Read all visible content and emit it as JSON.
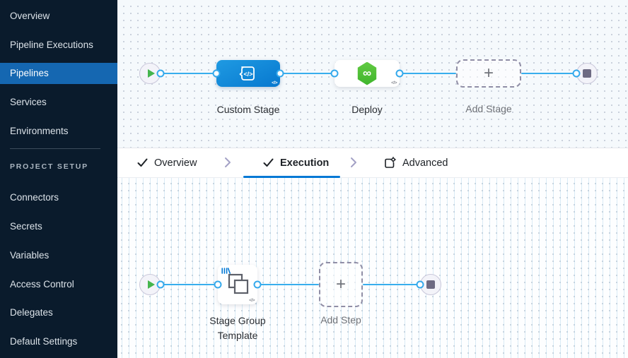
{
  "sidebar": {
    "items": [
      {
        "label": "Overview",
        "active": false
      },
      {
        "label": "Pipeline Executions",
        "active": false
      },
      {
        "label": "Pipelines",
        "active": true
      },
      {
        "label": "Services",
        "active": false
      },
      {
        "label": "Environments",
        "active": false
      }
    ],
    "section_label": "PROJECT SETUP",
    "setup_items": [
      {
        "label": "Connectors"
      },
      {
        "label": "Secrets"
      },
      {
        "label": "Variables"
      },
      {
        "label": "Access Control"
      },
      {
        "label": "Delegates"
      },
      {
        "label": "Default Settings"
      }
    ]
  },
  "tabs": {
    "items": [
      {
        "label": "Overview",
        "checked": true,
        "active": false
      },
      {
        "label": "Execution",
        "checked": true,
        "active": true
      },
      {
        "label": "Advanced",
        "checked": false,
        "active": false
      }
    ]
  },
  "stage_pipeline": {
    "nodes": [
      {
        "label": "Custom Stage",
        "type": "custom-stage"
      },
      {
        "label": "Deploy",
        "type": "deploy-stage"
      },
      {
        "label": "Add Stage",
        "type": "add-button"
      }
    ]
  },
  "execution_pipeline": {
    "nodes": [
      {
        "label": "Stage Group Template",
        "type": "stage-group-template"
      },
      {
        "label": "Add Step",
        "type": "add-button"
      }
    ]
  },
  "glyphs": {
    "plus": "+",
    "code_badge": "</>",
    "infinity": "∞"
  },
  "colors": {
    "sidebar_bg": "#0a1b2c",
    "sidebar_active": "#1567b1",
    "edge_blue": "#38aeed",
    "node_blue": "#0b7ed4",
    "deploy_green": "#4cc138",
    "play_green": "#45b54e",
    "tab_underline": "#0278d5",
    "canvas_top_bg": "#f5f9fc",
    "canvas_bottom_bg": "#fdfeff"
  }
}
